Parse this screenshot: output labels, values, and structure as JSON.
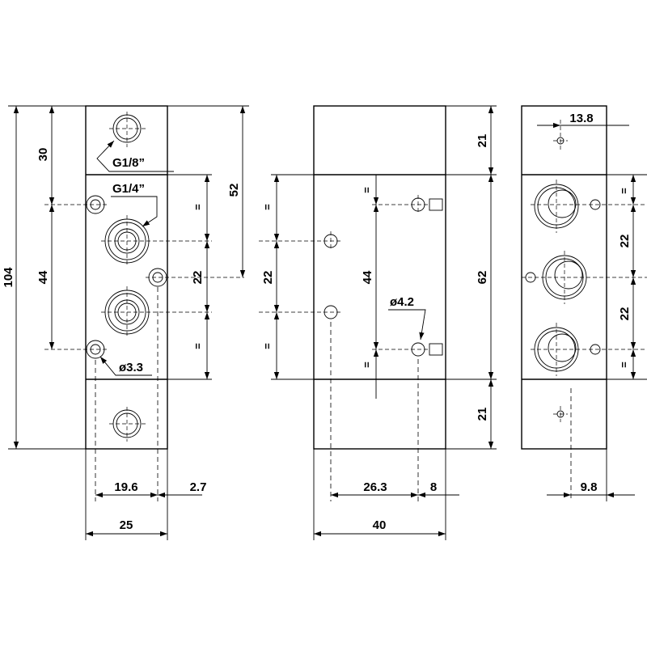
{
  "labels": {
    "thread_g18": "G1/8”",
    "thread_g14": "G1/4”",
    "hole_d33": "ø3.3",
    "hole_d42": "ø4.2",
    "equal_mark": "="
  },
  "dimensions": {
    "front": {
      "total_height": "104",
      "top_to_first_hole": "30",
      "hole_spacing": "44",
      "port_offset": "52",
      "port_spacing": "22",
      "port_x": "19.6",
      "side_hole_x": "2.7",
      "width": "25"
    },
    "middle": {
      "port_spacing": "22",
      "hole_spacing": "44",
      "top_block": "21",
      "center_block": "62",
      "bottom_block": "21",
      "hole_x": "26.3",
      "hole_edge": "8",
      "width": "40"
    },
    "right": {
      "top_hole_x": "13.8",
      "port_spacing_upper": "22",
      "port_spacing_lower": "22",
      "bottom_offset": "9.8"
    }
  }
}
